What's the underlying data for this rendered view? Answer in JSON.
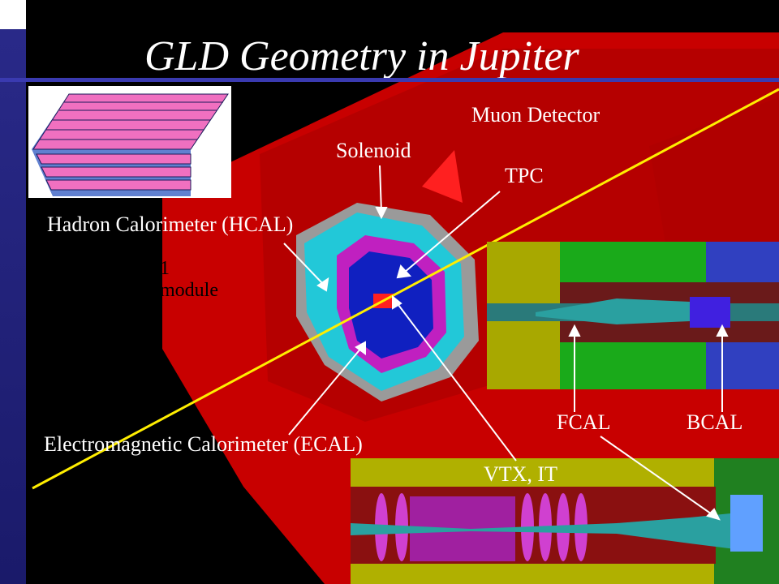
{
  "title": "GLD Geometry in Jupiter",
  "labels": {
    "module": "1 module",
    "muon": "Muon Detector",
    "solenoid": "Solenoid",
    "tpc": "TPC",
    "hcal": "Hadron Calorimeter (HCAL)",
    "ecal": "Electromagnetic Calorimeter (ECAL)",
    "fcal": "FCAL",
    "bcal": "BCAL",
    "vtx": "VTX, IT"
  },
  "colors": {
    "background": "#000000",
    "muon_red": "#cc0000",
    "hcal_cyan": "#22c8d8",
    "ecal_magenta": "#c020c0",
    "tpc_blue": "#1020c0",
    "beam_line": "#ffee00",
    "accent_bar": "#3a3ab0"
  }
}
